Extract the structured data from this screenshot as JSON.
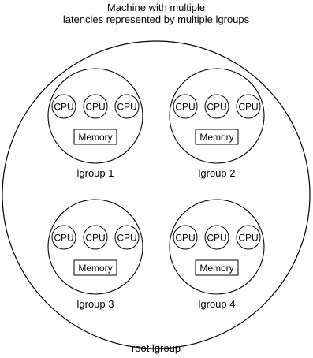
{
  "title": {
    "line1": "Machine with multiple",
    "line2": "latencies represented by multiple lgroups"
  },
  "root_label": "root lgroup",
  "lgroups": [
    {
      "label": "lgroup 1",
      "cpus": [
        "CPU",
        "CPU",
        "CPU"
      ],
      "memory": "Memory"
    },
    {
      "label": "lgroup 2",
      "cpus": [
        "CPU",
        "CPU",
        "CPU"
      ],
      "memory": "Memory"
    },
    {
      "label": "lgroup 3",
      "cpus": [
        "CPU",
        "CPU",
        "CPU"
      ],
      "memory": "Memory"
    },
    {
      "label": "lgroup 4",
      "cpus": [
        "CPU",
        "CPU",
        "CPU"
      ],
      "memory": "Memory"
    }
  ]
}
